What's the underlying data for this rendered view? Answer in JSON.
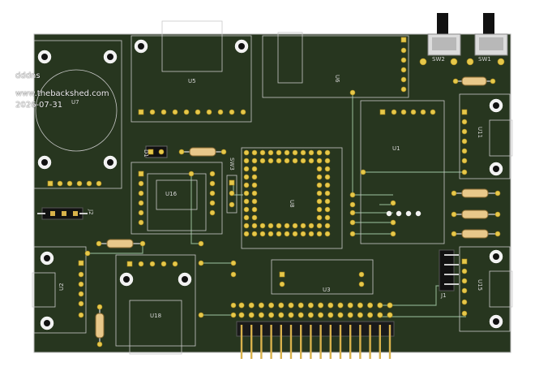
{
  "board": {
    "background": "#ffffff",
    "pcb_color": "#27361f",
    "border_color": "#b8b8b8",
    "silk_color": "#d8d8d8",
    "pad_color": "#e6c84a"
  },
  "overlay": {
    "project": "dddns",
    "site": "www.thebackshed.com",
    "date": "2026-07-31"
  },
  "references": {
    "u7": "U7",
    "u5": "U5",
    "u6": "U6",
    "sw2": "SW2",
    "sw1": "SW1",
    "u1": "U1",
    "u11": "U11",
    "d1": "D1",
    "sw3": "SW3",
    "u16": "U16",
    "u8": "U8",
    "j2": "J2",
    "u2": "U2",
    "u18": "U18",
    "u3": "U3",
    "j1": "J1",
    "u15": "U15"
  }
}
